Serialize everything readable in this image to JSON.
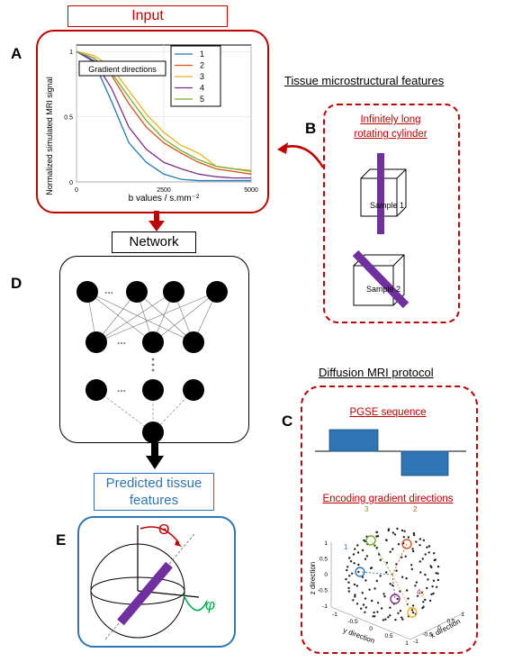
{
  "input_title": "Input",
  "network_title": "Network",
  "predicted_title": "Predicted tissue features",
  "panel_labels": {
    "A": "A",
    "B": "B",
    "C": "C",
    "D": "D",
    "E": "E"
  },
  "tissue_heading": "Tissue microstructural features",
  "cylinder_title_line1": "Infinitely long",
  "cylinder_title_line2": "rotating cylinder",
  "sample1_label": "Sample 1",
  "sample2_label": "Sample 2",
  "protocol_heading": "Diffusion MRI protocol",
  "pgse_title": "PGSE sequence",
  "encoding_title": "Encoding gradient directions",
  "angle_theta": "Θ",
  "angle_phi": "φ",
  "ellipsis": "...",
  "sphere_labels": {
    "z_axis": "z direction",
    "y_axis": "y direction",
    "x_axis": "x direction",
    "z_ticks": [
      "1",
      "0.5",
      "0",
      "-0.5",
      "-1"
    ],
    "y_ticks": [
      "-1",
      "-0.5",
      "0",
      "0.5",
      "1"
    ],
    "x_ticks": [
      "-1",
      "-0.5",
      "0",
      "0.5",
      "1"
    ],
    "marker_numbers": [
      "1",
      "2",
      "3",
      "4",
      "5"
    ]
  },
  "colors": {
    "red": "#c00000",
    "blue": "#2e75b6",
    "purple": "#7030a0",
    "series": [
      "#1f77b4",
      "#d95319",
      "#edb120",
      "#7e2f8e",
      "#77ac30"
    ]
  },
  "chart_data": {
    "type": "line",
    "xlabel": "b values / s.mm⁻²",
    "ylabel": "Normalized simulated MRI signal",
    "xlim": [
      0,
      5000
    ],
    "ylim": [
      0,
      1.05
    ],
    "xticks": [
      "0",
      "2500",
      "5000"
    ],
    "yticks": [
      "0",
      "0.5",
      "1"
    ],
    "annotation": "Gradient directions",
    "x": [
      0,
      500,
      1000,
      1500,
      2000,
      2500,
      3000,
      3500,
      4000,
      4500,
      5000
    ],
    "series": [
      {
        "name": "1",
        "values": [
          1.0,
          0.92,
          0.62,
          0.3,
          0.15,
          0.06,
          0.02,
          0.01,
          0.01,
          0.01,
          0.01
        ]
      },
      {
        "name": "2",
        "values": [
          1.0,
          0.95,
          0.82,
          0.6,
          0.42,
          0.3,
          0.22,
          0.15,
          0.1,
          0.08,
          0.06
        ]
      },
      {
        "name": "3",
        "values": [
          1.0,
          0.97,
          0.88,
          0.7,
          0.52,
          0.38,
          0.28,
          0.22,
          0.12,
          0.1,
          0.09
        ]
      },
      {
        "name": "4",
        "values": [
          1.0,
          0.93,
          0.72,
          0.42,
          0.25,
          0.15,
          0.1,
          0.06,
          0.04,
          0.03,
          0.03
        ]
      },
      {
        "name": "5",
        "values": [
          1.0,
          0.95,
          0.84,
          0.65,
          0.47,
          0.33,
          0.24,
          0.17,
          0.12,
          0.1,
          0.08
        ]
      }
    ]
  }
}
